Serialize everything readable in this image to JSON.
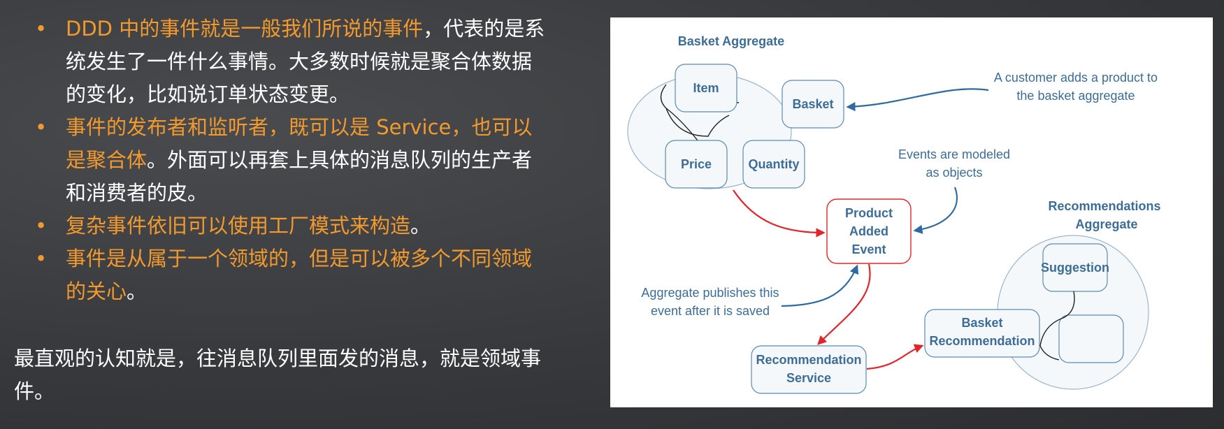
{
  "bullets": [
    {
      "parts": [
        {
          "text": "DDD 中的事件就是一般我们所说的事件",
          "style": "orange"
        },
        {
          "text": "，代表的是系统发生了一件什么事情。大多数时候就是聚合体数据的变化，比如说订单状态变更。",
          "style": "white"
        }
      ]
    },
    {
      "parts": [
        {
          "text": "事件的发布者和监听者，既可以是 Service，也可以是聚合体",
          "style": "orange"
        },
        {
          "text": "。外面可以再套上具体的消息队列的生产者和消费者的皮。",
          "style": "white"
        }
      ]
    },
    {
      "parts": [
        {
          "text": "复杂事件依旧可以使用工厂模式来构造",
          "style": "orange"
        },
        {
          "text": "。",
          "style": "white"
        }
      ]
    },
    {
      "parts": [
        {
          "text": "事件是从属于一个领域的，但是可以被多个不同领域的关心",
          "style": "orange"
        },
        {
          "text": "。",
          "style": "white"
        }
      ]
    }
  ],
  "paragraph": "最直观的认知就是，往消息队列里面发的消息，就是领域事件。",
  "diagram": {
    "basket_aggregate_title": "Basket  Aggregate",
    "item": "Item",
    "basket": "Basket",
    "price": "Price",
    "quantity": "Quantity",
    "product_event": [
      "Product",
      "Added",
      "Event"
    ],
    "recommendation_service": [
      "Recommendation",
      "Service"
    ],
    "basket_recommendation": [
      "Basket",
      "Recommendation"
    ],
    "suggestion": "Suggestion",
    "recommendations_aggregate_title": [
      "Recommendations",
      "Aggregate"
    ],
    "note_customer": [
      "A customer adds a product to",
      "the basket aggregate"
    ],
    "note_events_modeled": [
      "Events are modeled",
      "as objects"
    ],
    "note_publishes": [
      "Aggregate publishes this",
      "event after it is saved"
    ],
    "colors": {
      "box_stroke": "#5b8bb0",
      "box_fill": "#f5f8fa",
      "event_stroke": "#e0262b",
      "blue_arrow": "#2f6aa0",
      "red_arrow": "#e0262b"
    }
  }
}
